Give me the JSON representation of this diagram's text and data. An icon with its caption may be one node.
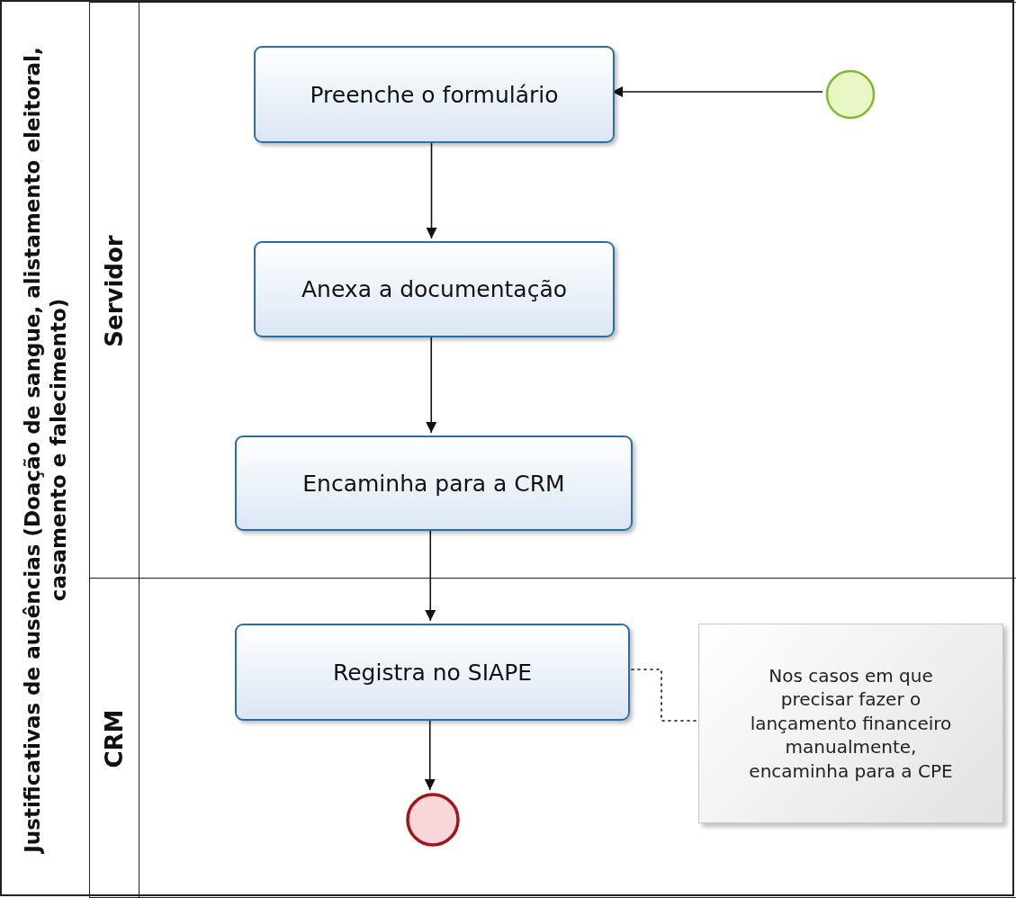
{
  "diagram": {
    "nodes": [
      {
        "text": [
          "Justificativas de ausências (Doação de sangue, alistamento eleitoral, casamento e falecimento)"
        ]
      },
      {
        "text": [
          "Servidor"
        ],
        "in": 0
      },
      {
        "text": [],
        "shape": "circle",
        "in": 1
      },
      {
        "text": [
          "Preenche o formulário"
        ],
        "in": 1
      },
      {
        "text": [
          "Anexa a documentação"
        ],
        "in": 1
      },
      {
        "text": [
          "Encaminha para a CRM"
        ],
        "in": 1
      },
      {
        "text": [
          "CRM"
        ],
        "in": 0
      },
      {
        "text": [
          "Registra no SIAPE"
        ],
        "in": 6
      },
      {
        "text": [],
        "shape": "circle",
        "in": 6
      },
      {
        "text": [
          "Nos casos em que precisar fazer o lançamento financeiro manualmente, encaminha para a CPE"
        ],
        "in": 6
      }
    ],
    "edges": [
      {
        "from": 2,
        "to": 3,
        "arrow": "to"
      },
      {
        "from": 3,
        "to": 4,
        "arrow": "to"
      },
      {
        "from": 4,
        "to": 5,
        "arrow": "to"
      },
      {
        "from": 5,
        "to": 7,
        "arrow": "to"
      },
      {
        "from": 7,
        "to": 8,
        "arrow": "to"
      },
      {
        "from": 9,
        "to": 7,
        "arrow": "none",
        "style": "dashed"
      }
    ]
  }
}
